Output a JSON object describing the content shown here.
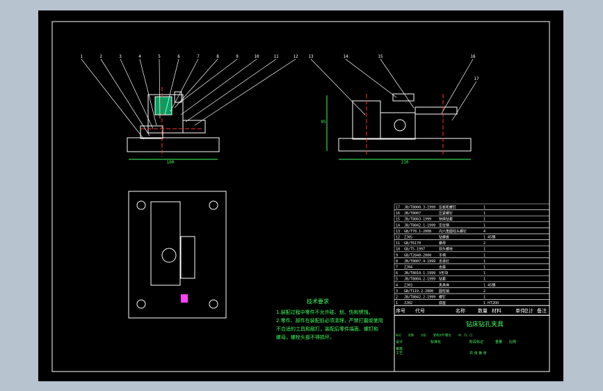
{
  "drawing": {
    "colors": {
      "background": "#000000",
      "outline": "#ffffff",
      "leader": "#ffffff",
      "centerline": "#ff3030",
      "hidden": "#ff3030",
      "part": "#ffffff",
      "dimension": "#40ff60",
      "notes": "#40ff60",
      "table": "#ffffff",
      "accent_part": "#ff40ff",
      "bolt": "#ffff40",
      "frame_bg": "#b7c3cf"
    },
    "front_view": {
      "balloons": [
        "1",
        "2",
        "3",
        "4",
        "5",
        "6",
        "7",
        "8",
        "9",
        "10",
        "11",
        "12"
      ],
      "width_dim": "160"
    },
    "side_view": {
      "balloons": [
        "13",
        "14",
        "15",
        "16",
        "17"
      ],
      "width_dim": "210",
      "height_dim": "95"
    },
    "tech_notes": {
      "title": "技术要求",
      "lines": [
        "1.装配过程中零件不允许碰、划、伤和锈蚀。",
        "2.零件、部件在装配前必须清理，严禁打磨或使用",
        "不合适的工具和敲打，装配后零件端面、螺钉和",
        "螺母，螺栓头部不得损坏。"
      ]
    },
    "bom": {
      "rows": [
        {
          "no": "17",
          "code": "JB/T8000.3-1999",
          "name": "压板和螺钉",
          "qty": "1",
          "mat": ""
        },
        {
          "no": "16",
          "code": "JB/T8007",
          "name": "压紧螺钉",
          "qty": "1",
          "mat": ""
        },
        {
          "no": "15",
          "code": "JB/T8003-1999",
          "name": "快换钻套",
          "qty": "1",
          "mat": ""
        },
        {
          "no": "14",
          "code": "JB/T8042.1-1999",
          "name": "定位销",
          "qty": "1",
          "mat": ""
        },
        {
          "no": "13",
          "code": "GB/T70.1-2008",
          "name": "内六角圆柱头螺钉",
          "qty": "4",
          "mat": ""
        },
        {
          "no": "12",
          "code": "ZJ05",
          "name": "钻模板",
          "qty": "1",
          "mat": "45钢"
        },
        {
          "no": "11",
          "code": "GB/T6170",
          "name": "螺母",
          "qty": "2",
          "mat": ""
        },
        {
          "no": "10",
          "code": "GB/T5-1997",
          "name": "双头螺柱",
          "qty": "1",
          "mat": ""
        },
        {
          "no": "9",
          "code": "GB/T2848-2000",
          "name": "手柄",
          "qty": "1",
          "mat": ""
        },
        {
          "no": "8",
          "code": "JB/T8007.4-1999",
          "name": "支承钉",
          "qty": "1",
          "mat": ""
        },
        {
          "no": "7",
          "code": "ZJ04",
          "name": "支座",
          "qty": "1",
          "mat": ""
        },
        {
          "no": "6",
          "code": "JB/T8010.1-1999",
          "name": "V形块",
          "qty": "1",
          "mat": ""
        },
        {
          "no": "5",
          "code": "JB/T8004.2-1999",
          "name": "钻套",
          "qty": "1",
          "mat": ""
        },
        {
          "no": "4",
          "code": "ZJ03",
          "name": "夹具体",
          "qty": "1",
          "mat": "45钢"
        },
        {
          "no": "3",
          "code": "GB/T119.2-2000",
          "name": "圆柱销",
          "qty": "2",
          "mat": ""
        },
        {
          "no": "2",
          "code": "JB/T8042.2-1999",
          "name": "螺钉",
          "qty": "1",
          "mat": ""
        },
        {
          "no": "1",
          "code": "ZJ02",
          "name": "底座",
          "qty": "1",
          "mat": "HT200"
        }
      ],
      "header": {
        "no": "序号",
        "code": "代号",
        "name": "名称",
        "qty": "数量",
        "mat": "材料",
        "extra1": "单件",
        "extra2": "总计",
        "note": "备注"
      }
    },
    "title_block": {
      "title": "钻床钻孔夹具",
      "labels": [
        "标记",
        "处数",
        "分区",
        "更改文件号",
        "签名",
        "年、月、日"
      ],
      "design": "设计",
      "approve": "审核",
      "process": "工艺",
      "std": "标准化",
      "stage": "阶段标记",
      "weight": "重量",
      "scale": "比例",
      "sheets": "共  张  第  张"
    }
  }
}
